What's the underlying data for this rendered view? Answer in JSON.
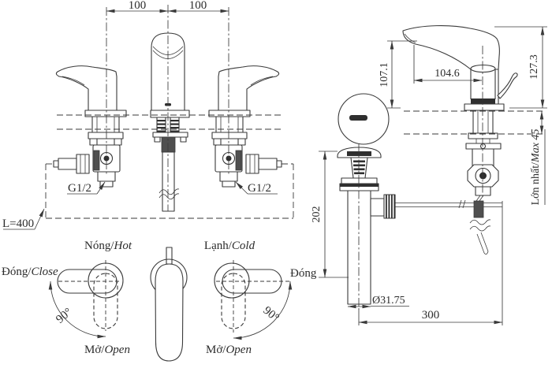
{
  "front_view": {
    "dim_left": "100",
    "dim_right": "100",
    "thread_left": "G1/2",
    "thread_right": "G1/2",
    "hose_length": "L=400"
  },
  "rotation_hot": {
    "label_vi": "Nóng/",
    "label_en": "Hot",
    "close_vi": "Đóng/",
    "close_en": "Close",
    "open_vi": "Mở/",
    "open_en": "Open",
    "angle": "90°"
  },
  "rotation_cold": {
    "label_vi": "Lạnh/",
    "label_en": "Cold",
    "close": "Đóng",
    "open_vi": "Mở/",
    "open_en": "Open",
    "angle": "90°"
  },
  "side_view": {
    "spout_height": "107.1",
    "spout_reach": "104.6",
    "overall_height": "127.3",
    "max_label_vi": "Lớn nhất/",
    "max_label_en": "Max 45",
    "drain_length": "202",
    "drain_diameter": "Ø31.75",
    "rod_reach": "300"
  },
  "colors": {
    "line": "#3a3a3a",
    "background": "#ffffff"
  }
}
